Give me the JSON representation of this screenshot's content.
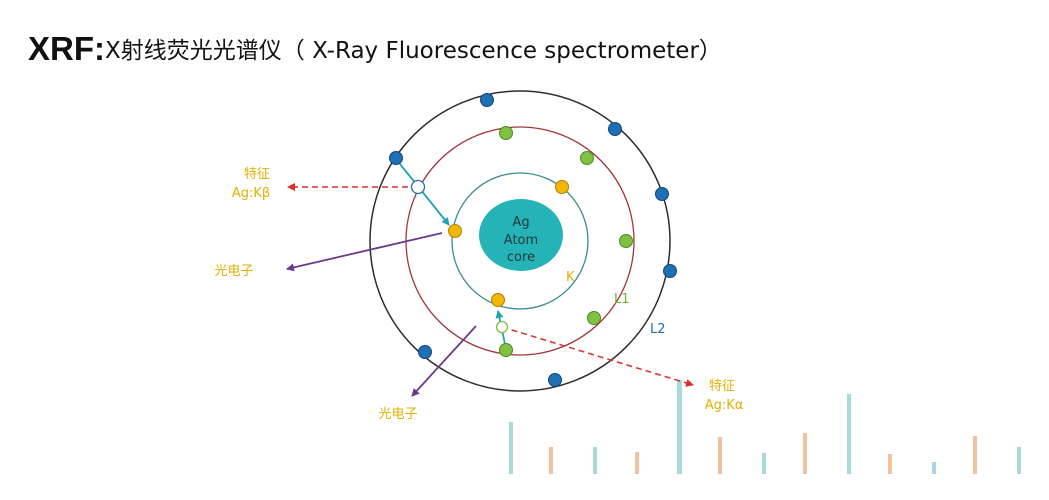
{
  "title": {
    "main": "XRF:",
    "rest": "X射线荧光光谱仪（ X-Ray Fluorescence  spectrometer）"
  },
  "core": {
    "line1": "Ag",
    "line2": "Atom",
    "line3": "core"
  },
  "shells": {
    "k": "K",
    "l1": "L1",
    "l2": "L2"
  },
  "labels": {
    "kbeta_line1": "特征",
    "kbeta_line2": "Ag:Kβ",
    "kalpha_line1": "特征",
    "kalpha_line2": "Ag:Kα",
    "photoelectron_upper": "光电子",
    "photoelectron_lower": "光电子"
  },
  "colors": {
    "core_fill": "#26b3b8",
    "k_shell": "#3a8a90",
    "l1_shell": "#a0343a",
    "l2_shell": "#2c2c2c",
    "k_electron": "#f2b705",
    "l1_electron": "#7fc241",
    "l2_electron": "#1f6fb5",
    "label_gold": "#e0b000",
    "l1_text": "#6fb62e",
    "l2_text": "#1f6fb5",
    "xray_dashed": "#d9302a",
    "photoelectron_arrow": "#6b3a8c",
    "transition_arrow": "#20a4b3",
    "spectrum_teal": "#a8dadc",
    "spectrum_orange": "#f2c19e"
  }
}
